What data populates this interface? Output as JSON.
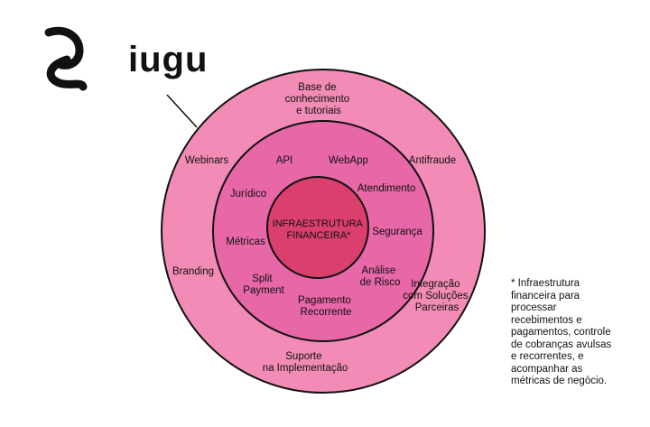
{
  "brand": {
    "name": "iugu"
  },
  "colors": {
    "outer_ring": "#F28CB6",
    "middle_ring": "#E767A7",
    "inner_core": "#DA3F6E",
    "stroke": "#111111"
  },
  "diagram": {
    "core": {
      "lines": [
        "INFRAESTRUTURA",
        "FINANCEIRA*"
      ]
    },
    "middle_ring_items": [
      {
        "id": "api",
        "lines": [
          "API"
        ]
      },
      {
        "id": "webapp",
        "lines": [
          "WebApp"
        ]
      },
      {
        "id": "atendimento",
        "lines": [
          "Atendimento"
        ]
      },
      {
        "id": "juridico",
        "lines": [
          "Jurídico"
        ]
      },
      {
        "id": "seguranca",
        "lines": [
          "Segurança"
        ]
      },
      {
        "id": "metricas",
        "lines": [
          "Métricas"
        ]
      },
      {
        "id": "analise-risco",
        "lines": [
          "Análise",
          "de Risco"
        ]
      },
      {
        "id": "split-payment",
        "lines": [
          "Split",
          "Payment"
        ]
      },
      {
        "id": "pagamento-recorrente",
        "lines": [
          "Pagamento",
          "Recorrente"
        ]
      }
    ],
    "outer_ring_items": [
      {
        "id": "base-conhecimento",
        "lines": [
          "Base de",
          "conhecimento",
          "e tutoriais"
        ]
      },
      {
        "id": "webinars",
        "lines": [
          "Webinars"
        ]
      },
      {
        "id": "antifraude",
        "lines": [
          "Antifraude"
        ]
      },
      {
        "id": "branding",
        "lines": [
          "Branding"
        ]
      },
      {
        "id": "integracao",
        "lines": [
          "Integração",
          "com Soluções",
          "Parceiras"
        ]
      },
      {
        "id": "suporte",
        "lines": [
          "Suporte",
          "na Implementação"
        ]
      }
    ]
  },
  "footnote": {
    "lines": [
      "* Infraestrutura",
      "financeira para",
      "processar",
      "recebimentos e",
      "pagamentos, controle",
      "de cobranças avulsas",
      "e recorrentes, e",
      "acompanhar as",
      "métricas de negócio."
    ]
  }
}
